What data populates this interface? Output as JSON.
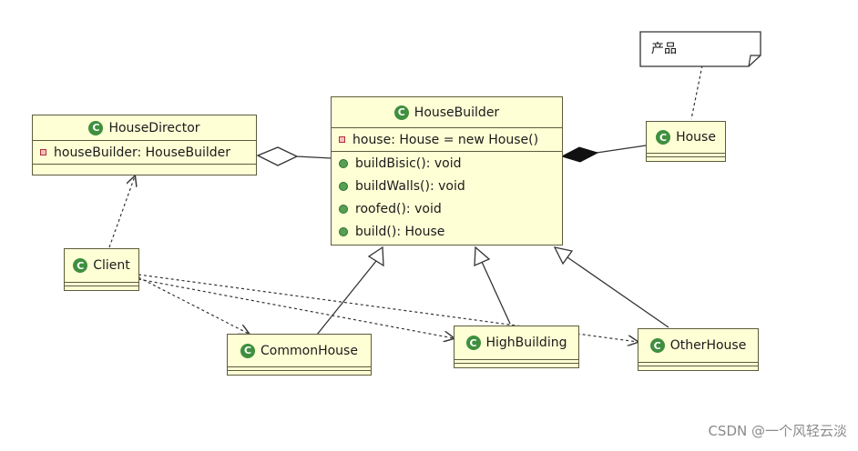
{
  "note": {
    "text": "产品"
  },
  "classes": {
    "house_director": {
      "name": "HouseDirector",
      "fields": [
        "houseBuilder: HouseBuilder"
      ]
    },
    "house_builder": {
      "name": "HouseBuilder",
      "fields": [
        "house: House = new House()"
      ],
      "methods": [
        "buildBisic(): void",
        "buildWalls(): void",
        "roofed(): void",
        "build(): House"
      ]
    },
    "house": {
      "name": "House"
    },
    "client": {
      "name": "Client"
    },
    "common_house": {
      "name": "CommonHouse"
    },
    "high_building": {
      "name": "HighBuilding"
    },
    "other_house": {
      "name": "OtherHouse"
    }
  },
  "class_icon_letter": "C",
  "icon_names": [
    "class-icon",
    "method-icon",
    "private-field-icon"
  ],
  "colors": {
    "class_fill": "#ffffd6",
    "border": "#5c5c3d",
    "icon": "#3f8f3f"
  },
  "watermark": "CSDN @一个风轻云淡"
}
